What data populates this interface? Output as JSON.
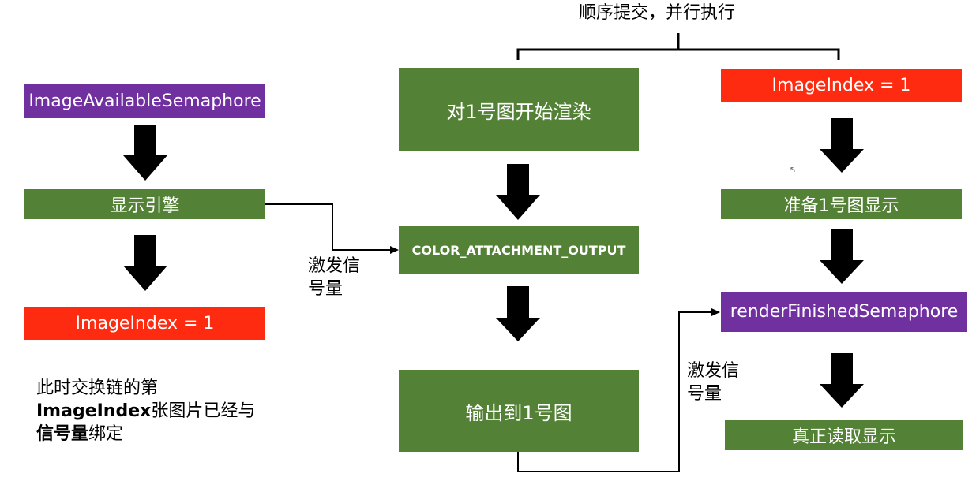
{
  "header": {
    "parallel_label": "顺序提交，并行执行"
  },
  "left": {
    "semaphore": "ImageAvailableSemaphore",
    "engine": "显示引擎",
    "image_index": "ImageIndex = 1",
    "note": {
      "line1": "此时交换链的第",
      "line2_bold": "ImageIndex",
      "line2_rest": "张图片已经与",
      "line3_bold": "信号量",
      "line3_rest": "绑定"
    },
    "signal_label_1": "激发信",
    "signal_label_2": "号量"
  },
  "middle": {
    "render_start": "对1号图开始渲染",
    "stage": "COLOR_ATTACHMENT_OUTPUT",
    "output": "输出到1号图",
    "signal_label_1": "激发信",
    "signal_label_2": "号量"
  },
  "right": {
    "image_index": "ImageIndex = 1",
    "prepare": "准备1号图显示",
    "semaphore": "renderFinishedSemaphore",
    "present": "真正读取显示"
  },
  "colors": {
    "purple": "#7030a0",
    "green": "#538135",
    "red": "#ff2b10",
    "arrow": "#000000"
  }
}
